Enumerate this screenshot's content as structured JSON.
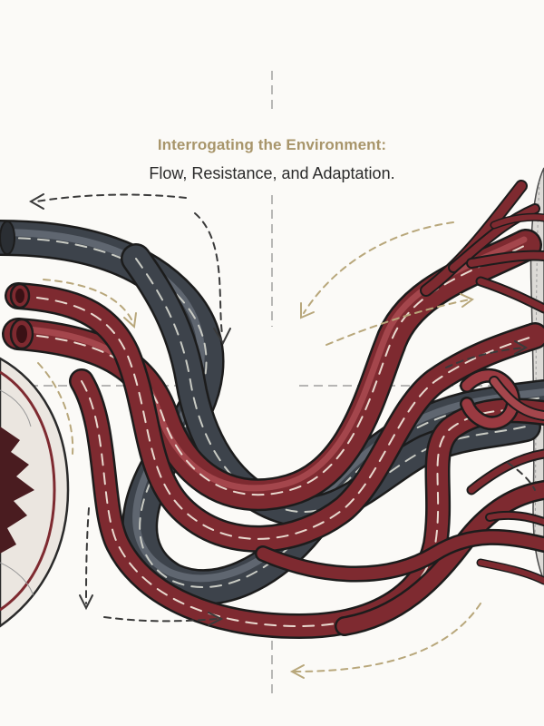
{
  "caption": {
    "line1": "Interrogating the Environment:",
    "line2": "Flow, Resistance, and Adaptation."
  },
  "palette": {
    "background": "#fbfaf7",
    "artery": "#7e2a30",
    "artery_light": "#a4464c",
    "vein": "#3d434b",
    "vein_light": "#5f6670",
    "outline": "#1c1c1c",
    "flow_arrow_dark": "#3a3a3a",
    "flow_arrow_tan": "#b8a77b",
    "guide_line": "#8c8c8c",
    "caption_tan": "#a8956a",
    "caption_dark": "#2b2b2b"
  },
  "illustration": {
    "vessel_types": [
      "artery",
      "vein"
    ],
    "icons": [
      "heart-illustration",
      "dashed-flow-arrow",
      "crosshair-guide"
    ]
  }
}
